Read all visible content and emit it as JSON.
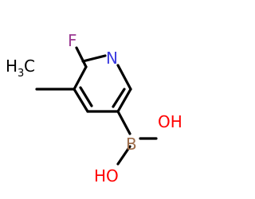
{
  "molecule": {
    "atoms": {
      "fluorine": "F",
      "nitrogen": "N",
      "methyl_main": "H",
      "methyl_sub": "3",
      "methyl_c": "C",
      "boron": "B",
      "hydroxyl_1": "OH",
      "hydroxyl_2": "HO"
    },
    "colors": {
      "bond": "#000000",
      "fluorine": "#9c3c94",
      "nitrogen": "#3a3ae0",
      "boron": "#9c6c4a",
      "oxygen": "#ff0000",
      "carbon": "#000000"
    }
  }
}
